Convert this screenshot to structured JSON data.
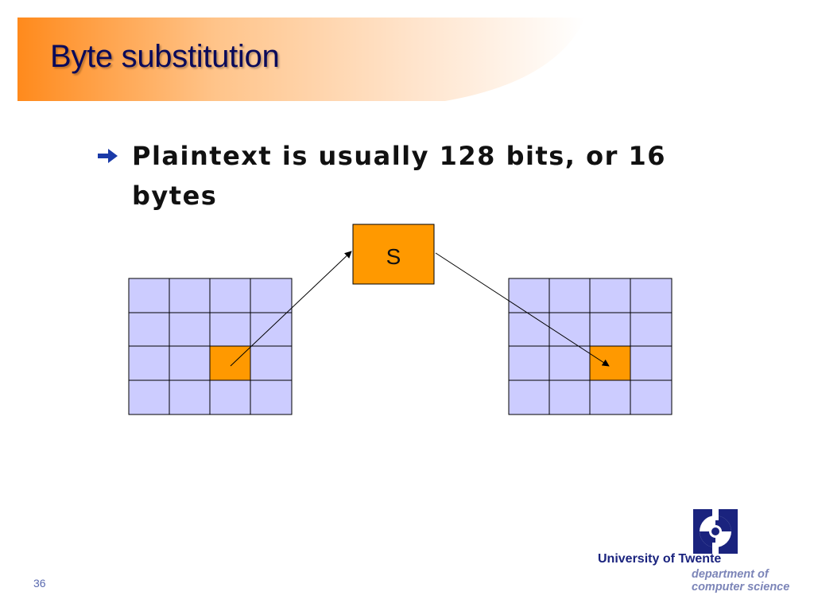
{
  "slide": {
    "title": "Byte substitution",
    "bullet": "Plaintext is usually 128 bits, or 16 bytes",
    "page_number": "36"
  },
  "diagram": {
    "sbox_label": "S",
    "grid_rows": 4,
    "grid_cols": 4,
    "highlight_cell": {
      "row": 2,
      "col": 2
    },
    "cell_color": "#ccccff",
    "highlight_color": "#ff9900",
    "sbox_color": "#ff9900"
  },
  "logo": {
    "university": "University of Twente",
    "department_line1": "department of",
    "department_line2": "computer science",
    "brand_color": "#1a237e"
  },
  "colors": {
    "banner_orange": "#ff8a1c",
    "title_color": "#0a0a5a"
  }
}
